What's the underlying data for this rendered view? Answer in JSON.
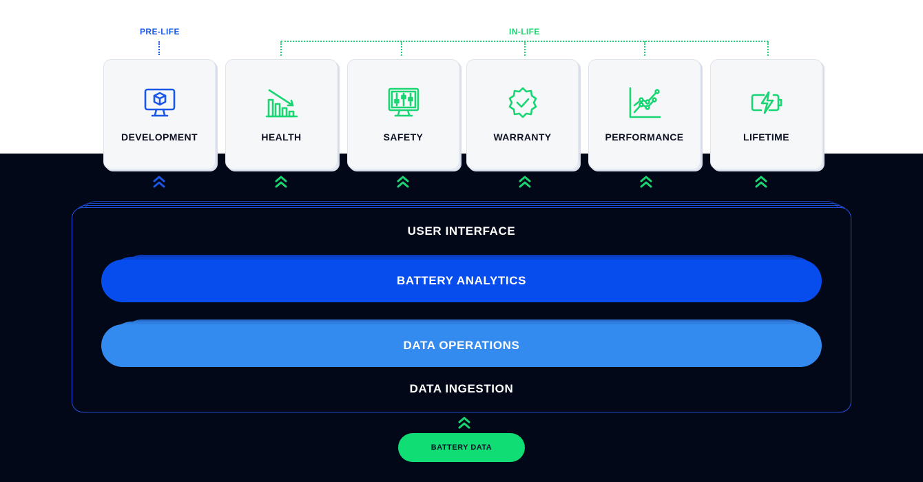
{
  "phases": {
    "pre_life": "PRE-LIFE",
    "in_life": "IN-LIFE"
  },
  "cards": [
    {
      "label": "DEVELOPMENT",
      "icon": "monitor-cube-icon",
      "color": "#1a57e6"
    },
    {
      "label": "HEALTH",
      "icon": "declining-bar-chart-icon",
      "color": "#19d673"
    },
    {
      "label": "SAFETY",
      "icon": "monitor-sliders-icon",
      "color": "#19d673"
    },
    {
      "label": "WARRANTY",
      "icon": "badge-check-icon",
      "color": "#19d673"
    },
    {
      "label": "PERFORMANCE",
      "icon": "line-chart-icon",
      "color": "#19d673"
    },
    {
      "label": "LIFETIME",
      "icon": "battery-charging-icon",
      "color": "#19d673"
    }
  ],
  "platform": {
    "user_interface": "USER INTERFACE",
    "battery_analytics": "BATTERY ANALYTICS",
    "data_operations": "DATA OPERATIONS",
    "data_ingestion": "DATA INGESTION"
  },
  "source": {
    "battery_data": "BATTERY DATA"
  },
  "colors": {
    "pre_life": "#1a57e6",
    "in_life": "#19d673",
    "background_dark": "#030818",
    "analytics_bar": "#074cec",
    "operations_bar": "#338aef",
    "battery_data_pill": "#10dd74"
  }
}
